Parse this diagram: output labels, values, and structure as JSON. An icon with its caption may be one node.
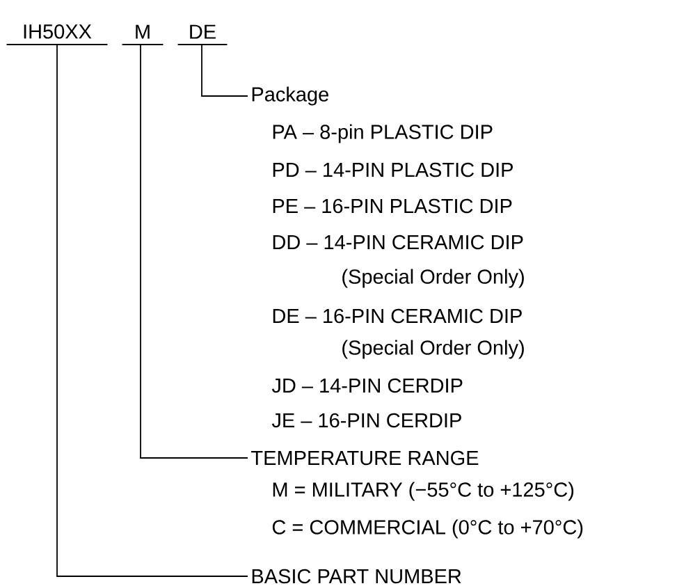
{
  "diagram": {
    "nodes": [
      {
        "text": [
          "IH50XX"
        ]
      },
      {
        "text": [
          "M"
        ]
      },
      {
        "text": [
          "DE"
        ]
      },
      {
        "text": [
          "Package"
        ]
      },
      {
        "text": [
          "TEMPERATURE RANGE"
        ]
      },
      {
        "text": [
          "BASIC PART NUMBER"
        ]
      }
    ],
    "edges": [
      {
        "from": 2,
        "to": 3,
        "arrow": "none"
      },
      {
        "from": 1,
        "to": 4,
        "arrow": "none"
      },
      {
        "from": 0,
        "to": 5,
        "arrow": "none"
      }
    ],
    "labels": [
      "PA – 8-pin PLASTIC DIP",
      "PD – 14-PIN PLASTIC DIP",
      "PE – 16-PIN PLASTIC DIP",
      "DD – 14-PIN CERAMIC DIP",
      "(Special Order Only)",
      "DE – 16-PIN CERAMIC DIP",
      "(Special Order Only)",
      "JD – 14-PIN CERDIP",
      "JE – 16-PIN CERDIP",
      "M = MILITARY (−55°C to +125°C)",
      "C = COMMERCIAL (0°C to +70°C)"
    ]
  }
}
